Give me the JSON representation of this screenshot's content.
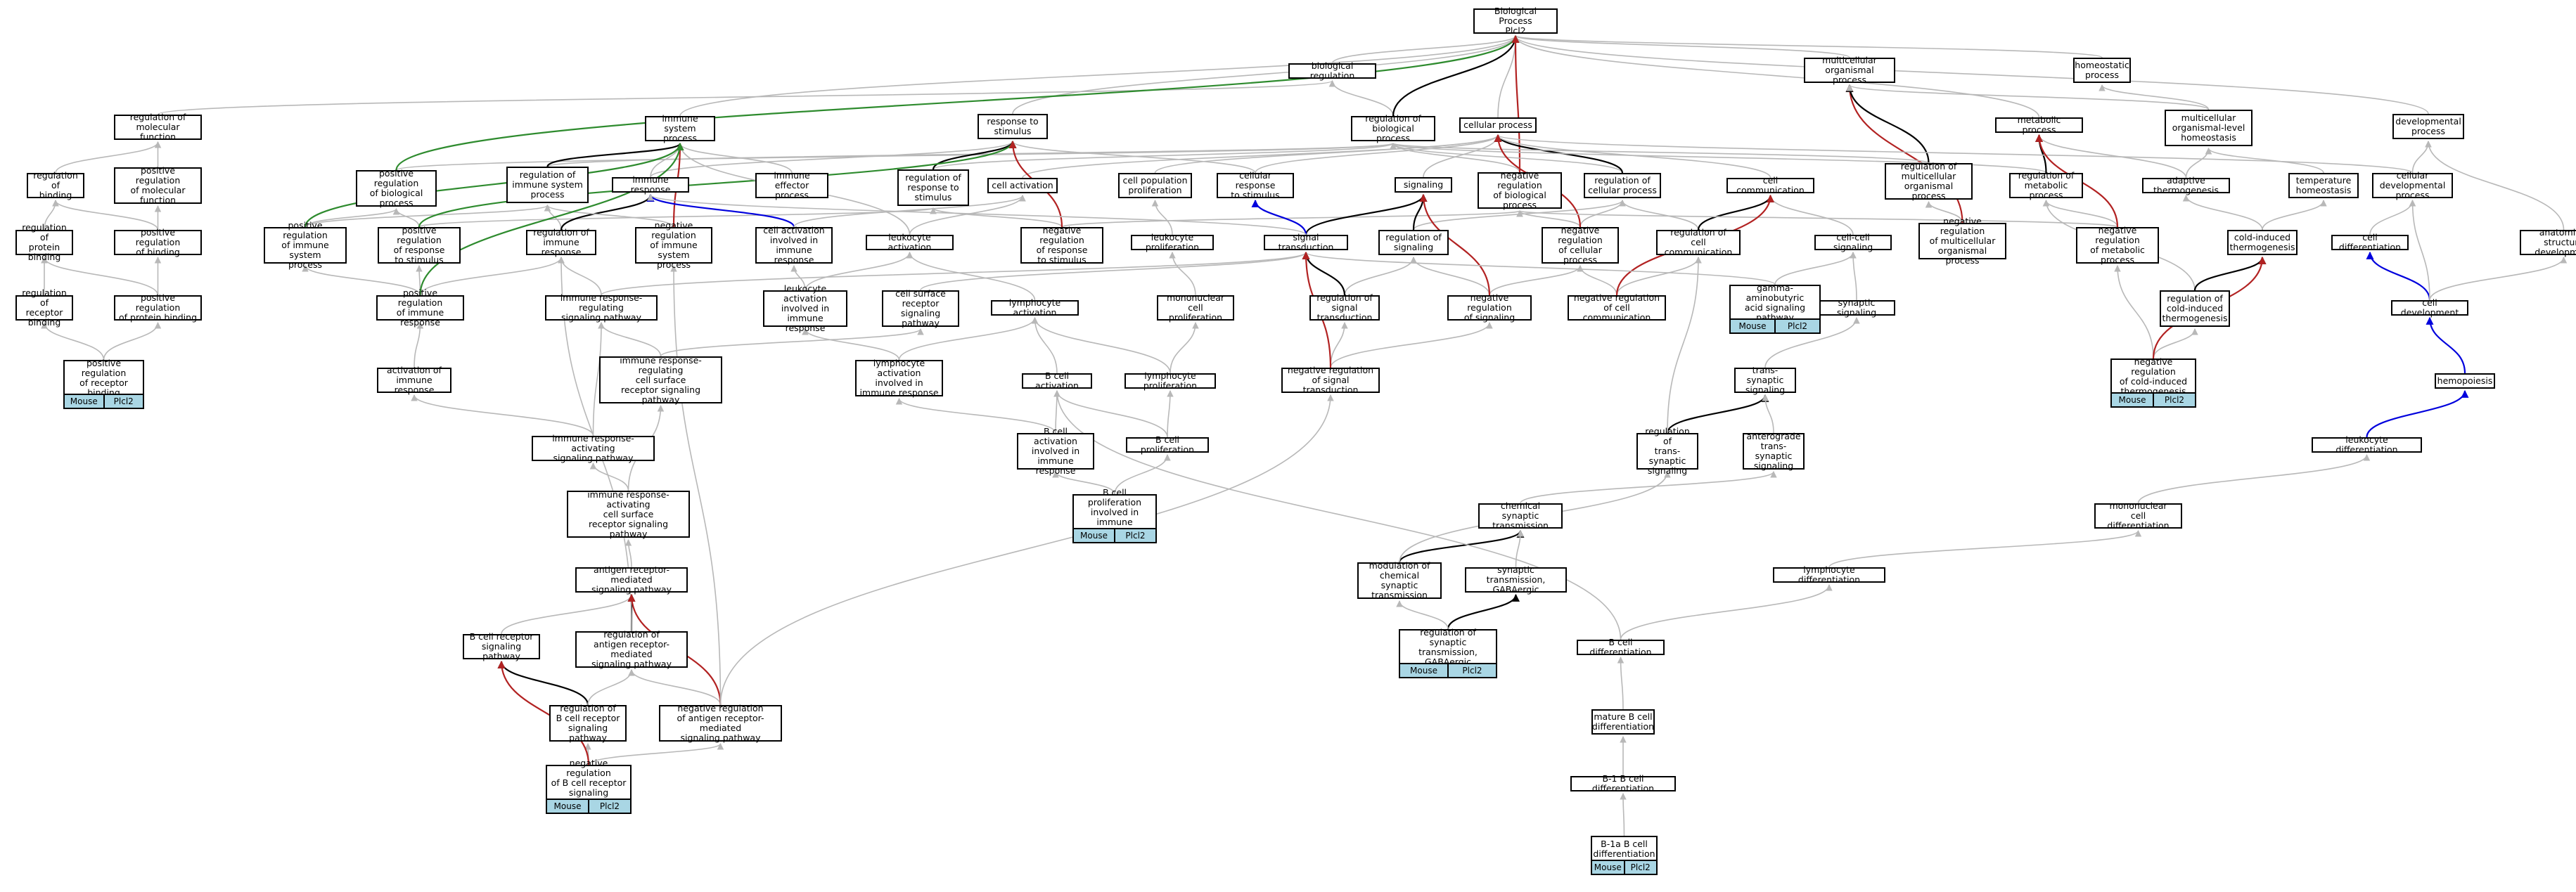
{
  "colors": {
    "grey_edge": "#b8b8b8",
    "black_edge": "#000000",
    "green_edge": "#2e8b2e",
    "red_edge": "#b22222",
    "blue_edge": "#0000dd",
    "annotation_fill": "#a9d6e4"
  },
  "nodes": [
    {
      "id": "bp",
      "label": "Biological Process\nPlcl2"
    },
    {
      "id": "bioreg",
      "label": "biological regulation"
    },
    {
      "id": "homeo",
      "label": "homeostatic\nprocess"
    },
    {
      "id": "multi",
      "label": "multicellular\norganismal process"
    },
    {
      "id": "mlhomeo",
      "label": "multicellular\norganismal-level\nhomeostasis"
    },
    {
      "id": "dev",
      "label": "developmental\nprocess"
    },
    {
      "id": "immsys",
      "label": "immune system\nprocess"
    },
    {
      "id": "resp",
      "label": "response to\nstimulus"
    },
    {
      "id": "regbio",
      "label": "regulation of\nbiological process"
    },
    {
      "id": "cellproc",
      "label": "cellular process"
    },
    {
      "id": "metab",
      "label": "metabolic process"
    },
    {
      "id": "regmol",
      "label": "regulation of\nmolecular function"
    },
    {
      "id": "posmol",
      "label": "positive regulation\nof molecular\nfunction"
    },
    {
      "id": "regbind",
      "label": "regulation of\nbinding"
    },
    {
      "id": "posbiol",
      "label": "positive regulation\nof biological\nprocess"
    },
    {
      "id": "regimmsys",
      "label": "regulation of\nimmune system\nprocess"
    },
    {
      "id": "immresp",
      "label": "immune response"
    },
    {
      "id": "immeff",
      "label": "immune effector\nprocess"
    },
    {
      "id": "regresp",
      "label": "regulation of\nresponse to\nstimulus"
    },
    {
      "id": "cellact",
      "label": "cell activation"
    },
    {
      "id": "cellpopprol",
      "label": "cell population\nproliferation"
    },
    {
      "id": "cellresp",
      "label": "cellular response\nto stimulus"
    },
    {
      "id": "signaling",
      "label": "signaling"
    },
    {
      "id": "negbio",
      "label": "negative regulation\nof biological\nprocess"
    },
    {
      "id": "regcell",
      "label": "regulation of\ncellular process"
    },
    {
      "id": "cellcomm",
      "label": "cell communication"
    },
    {
      "id": "negmulti",
      "label": "negative regulation\nof multicellular\norganismal process"
    },
    {
      "id": "regmulti",
      "label": "regulation of\nmulticellular\norganismal process"
    },
    {
      "id": "regmetab",
      "label": "regulation of\nmetabolic process"
    },
    {
      "id": "adaptherm",
      "label": "adaptive thermogenesis"
    },
    {
      "id": "temphomeo",
      "label": "temperature\nhomeostasis"
    },
    {
      "id": "celldevproc",
      "label": "cellular developmental\nprocess"
    },
    {
      "id": "regprotbind",
      "label": "regulation of\nprotein binding"
    },
    {
      "id": "posbind",
      "label": "positive regulation\nof binding"
    },
    {
      "id": "posimmsys",
      "label": "positive regulation\nof immune system\nprocess"
    },
    {
      "id": "posresp",
      "label": "positive regulation\nof response\nto stimulus"
    },
    {
      "id": "regimmresp",
      "label": "regulation of\nimmune response"
    },
    {
      "id": "negimmsys",
      "label": "negative regulation\nof immune system\nprocess"
    },
    {
      "id": "cellactimm",
      "label": "cell activation\ninvolved in\nimmune response"
    },
    {
      "id": "leukact",
      "label": "leukocyte activation"
    },
    {
      "id": "negresp",
      "label": "negative regulation\nof response\nto stimulus"
    },
    {
      "id": "leukprol",
      "label": "leukocyte proliferation"
    },
    {
      "id": "sigtrans",
      "label": "signal transduction"
    },
    {
      "id": "regsig",
      "label": "regulation of\nsignaling"
    },
    {
      "id": "negcell",
      "label": "negative regulation\nof cellular\nprocess"
    },
    {
      "id": "regcellcomm",
      "label": "regulation of\ncell communication"
    },
    {
      "id": "cellcellsig",
      "label": "cell-cell signaling"
    },
    {
      "id": "negmetab",
      "label": "negative regulation\nof metabolic\nprocess"
    },
    {
      "id": "coldtherm",
      "label": "cold-induced\nthermogenesis"
    },
    {
      "id": "celldiff",
      "label": "cell differentiation"
    },
    {
      "id": "anatdev",
      "label": "anatomical structure\ndevelopment"
    },
    {
      "id": "regrecbind",
      "label": "regulation of\nreceptor binding"
    },
    {
      "id": "posprotbind",
      "label": "positive regulation\nof protein binding"
    },
    {
      "id": "posimmresp",
      "label": "positive regulation\nof immune response"
    },
    {
      "id": "immregsig",
      "label": "immune response-regulating\nsignaling pathway"
    },
    {
      "id": "leukactimm",
      "label": "leukocyte activation\ninvolved in\nimmune response"
    },
    {
      "id": "cellsurfsig",
      "label": "cell surface\nreceptor signaling\npathway"
    },
    {
      "id": "lymphact",
      "label": "lymphocyte activation"
    },
    {
      "id": "mononucprol",
      "label": "mononuclear\ncell proliferation"
    },
    {
      "id": "regsigtrans",
      "label": "regulation of\nsignal transduction"
    },
    {
      "id": "negsig",
      "label": "negative regulation\nof signaling"
    },
    {
      "id": "negcellcomm",
      "label": "negative regulation\nof cell communication"
    },
    {
      "id": "synsig",
      "label": "synaptic signaling"
    },
    {
      "id": "regcoldtherm",
      "label": "regulation of\ncold-induced\nthermogenesis"
    },
    {
      "id": "celldev",
      "label": "cell development"
    },
    {
      "id": "actimmresp",
      "label": "activation of\nimmune response"
    },
    {
      "id": "immregcellsurf",
      "label": "immune response-regulating\ncell surface\nreceptor signaling\npathway"
    },
    {
      "id": "lymphactimm",
      "label": "lymphocyte activation\ninvolved in\nimmune response"
    },
    {
      "id": "bcellact",
      "label": "B cell activation"
    },
    {
      "id": "lymphprol",
      "label": "lymphocyte proliferation"
    },
    {
      "id": "negsigtrans",
      "label": "negative regulation\nof signal transduction"
    },
    {
      "id": "transsyn",
      "label": "trans-synaptic\nsignaling"
    },
    {
      "id": "hemo",
      "label": "hemopoiesis"
    },
    {
      "id": "immactsig",
      "label": "immune response-activating\nsignaling pathway"
    },
    {
      "id": "bcellactimm",
      "label": "B cell activation\ninvolved in\nimmune response"
    },
    {
      "id": "bcellprol",
      "label": "B cell proliferation"
    },
    {
      "id": "regtranssyn",
      "label": "regulation of\ntrans-synaptic\nsignaling"
    },
    {
      "id": "anterograde",
      "label": "anterograde\ntrans-synaptic\nsignaling"
    },
    {
      "id": "leukdiff",
      "label": "leukocyte differentiation"
    },
    {
      "id": "immactcellsurf",
      "label": "immune response-activating\ncell surface\nreceptor signaling\npathway"
    },
    {
      "id": "chemsyn",
      "label": "chemical synaptic\ntransmission"
    },
    {
      "id": "mononucdiff",
      "label": "mononuclear\ncell differentiation"
    },
    {
      "id": "antigen",
      "label": "antigen receptor-mediated\nsignaling pathway"
    },
    {
      "id": "modchemsyn",
      "label": "modulation of\nchemical synaptic\ntransmission"
    },
    {
      "id": "gabasyn",
      "label": "synaptic transmission,\nGABAergic"
    },
    {
      "id": "lymphdiff",
      "label": "lymphocyte differentiation"
    },
    {
      "id": "bcellrec",
      "label": "B cell receptor\nsignaling pathway"
    },
    {
      "id": "regantigen",
      "label": "regulation of\nantigen receptor-mediated\nsignaling pathway"
    },
    {
      "id": "bcelldiff",
      "label": "B cell differentiation"
    },
    {
      "id": "regbcellrec",
      "label": "regulation of\nB cell receptor\nsignaling pathway"
    },
    {
      "id": "negantigen",
      "label": "negative regulation\nof antigen receptor-mediated\nsignaling pathway"
    },
    {
      "id": "maturebcell",
      "label": "mature B cell\ndifferentiation"
    },
    {
      "id": "b1bcell",
      "label": "B-1 B cell differentiation"
    }
  ],
  "annotated": [
    {
      "id": "posrecbind",
      "label": "positive regulation\nof receptor\nbinding",
      "species": "Mouse",
      "gene": "Plcl2"
    },
    {
      "id": "gaba",
      "label": "gamma-aminobutyric\nacid signaling\npathway",
      "species": "Mouse",
      "gene": "Plcl2"
    },
    {
      "id": "negcoldtherm",
      "label": "negative regulation\nof cold-induced\nthermogenesis",
      "species": "Mouse",
      "gene": "Plcl2"
    },
    {
      "id": "bcellprolimm",
      "label": "B cell proliferation\ninvolved in\nimmune response",
      "species": "Mouse",
      "gene": "Plcl2"
    },
    {
      "id": "reggabasyn",
      "label": "regulation of\nsynaptic transmission,\nGABAergic",
      "species": "Mouse",
      "gene": "Plcl2"
    },
    {
      "id": "negbcellrec",
      "label": "negative regulation\nof B cell receptor\nsignaling pathway",
      "species": "Mouse",
      "gene": "Plcl2"
    },
    {
      "id": "b1a",
      "label": "B-1a B cell\ndifferentiation",
      "species": "Mouse",
      "gene": "Plcl2"
    }
  ]
}
